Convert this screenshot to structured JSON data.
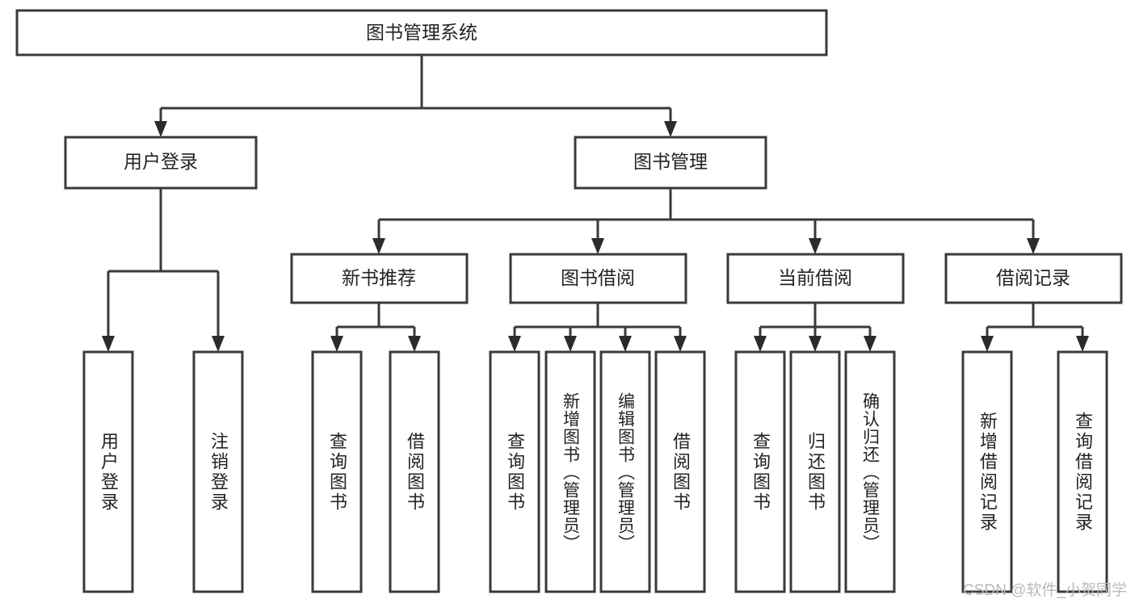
{
  "diagram": {
    "title": "图书管理系统",
    "type": "hierarchy-tree",
    "orientation": "top-down",
    "colors": {
      "box_stroke": "#3a3a3a",
      "box_fill": "#ffffff",
      "connector": "#3a3a3a",
      "text": "#23241f",
      "watermark": "#b9b9b9",
      "background": "#ffffff"
    },
    "levels": {
      "root": "图书管理系统",
      "level2": [
        "用户登录",
        "图书管理"
      ],
      "level3": [
        "新书推荐",
        "图书借阅",
        "当前借阅",
        "借阅记录"
      ]
    },
    "nodes": {
      "root": {
        "label": "图书管理系统"
      },
      "user_login": {
        "label": "用户登录"
      },
      "book_mgmt": {
        "label": "图书管理"
      },
      "new_book_rec": {
        "label": "新书推荐"
      },
      "book_borrow": {
        "label": "图书借阅"
      },
      "current_borrow": {
        "label": "当前借阅"
      },
      "borrow_record": {
        "label": "借阅记录"
      }
    },
    "leaves": {
      "user_login": [
        {
          "label": "用户登录"
        },
        {
          "label": "注销登录"
        }
      ],
      "new_book_rec": [
        {
          "label": "查询图书"
        },
        {
          "label": "借阅图书"
        }
      ],
      "book_borrow": [
        {
          "label": "查询图书"
        },
        {
          "label": "新增图书（管理员）"
        },
        {
          "label": "编辑图书（管理员）"
        },
        {
          "label": "借阅图书"
        }
      ],
      "current_borrow": [
        {
          "label": "查询图书"
        },
        {
          "label": "归还图书"
        },
        {
          "label": "确认归还（管理员）"
        }
      ],
      "borrow_record": [
        {
          "label": "新增借阅记录"
        },
        {
          "label": "查询借阅记录"
        }
      ]
    },
    "edges": [
      {
        "from": "图书管理系统",
        "to": "用户登录"
      },
      {
        "from": "图书管理系统",
        "to": "图书管理"
      },
      {
        "from": "图书管理",
        "to": "新书推荐"
      },
      {
        "from": "图书管理",
        "to": "图书借阅"
      },
      {
        "from": "图书管理",
        "to": "当前借阅"
      },
      {
        "from": "图书管理",
        "to": "借阅记录"
      },
      {
        "from": "用户登录",
        "to": "用户登录"
      },
      {
        "from": "用户登录",
        "to": "注销登录"
      },
      {
        "from": "新书推荐",
        "to": "查询图书"
      },
      {
        "from": "新书推荐",
        "to": "借阅图书"
      },
      {
        "from": "图书借阅",
        "to": "查询图书"
      },
      {
        "from": "图书借阅",
        "to": "新增图书（管理员）"
      },
      {
        "from": "图书借阅",
        "to": "编辑图书（管理员）"
      },
      {
        "from": "图书借阅",
        "to": "借阅图书"
      },
      {
        "from": "当前借阅",
        "to": "查询图书"
      },
      {
        "from": "当前借阅",
        "to": "归还图书"
      },
      {
        "from": "当前借阅",
        "to": "确认归还（管理员）"
      },
      {
        "from": "借阅记录",
        "to": "新增借阅记录"
      },
      {
        "from": "借阅记录",
        "to": "查询借阅记录"
      }
    ]
  },
  "watermark": {
    "text": "CSDN @软件_小贺同学"
  }
}
